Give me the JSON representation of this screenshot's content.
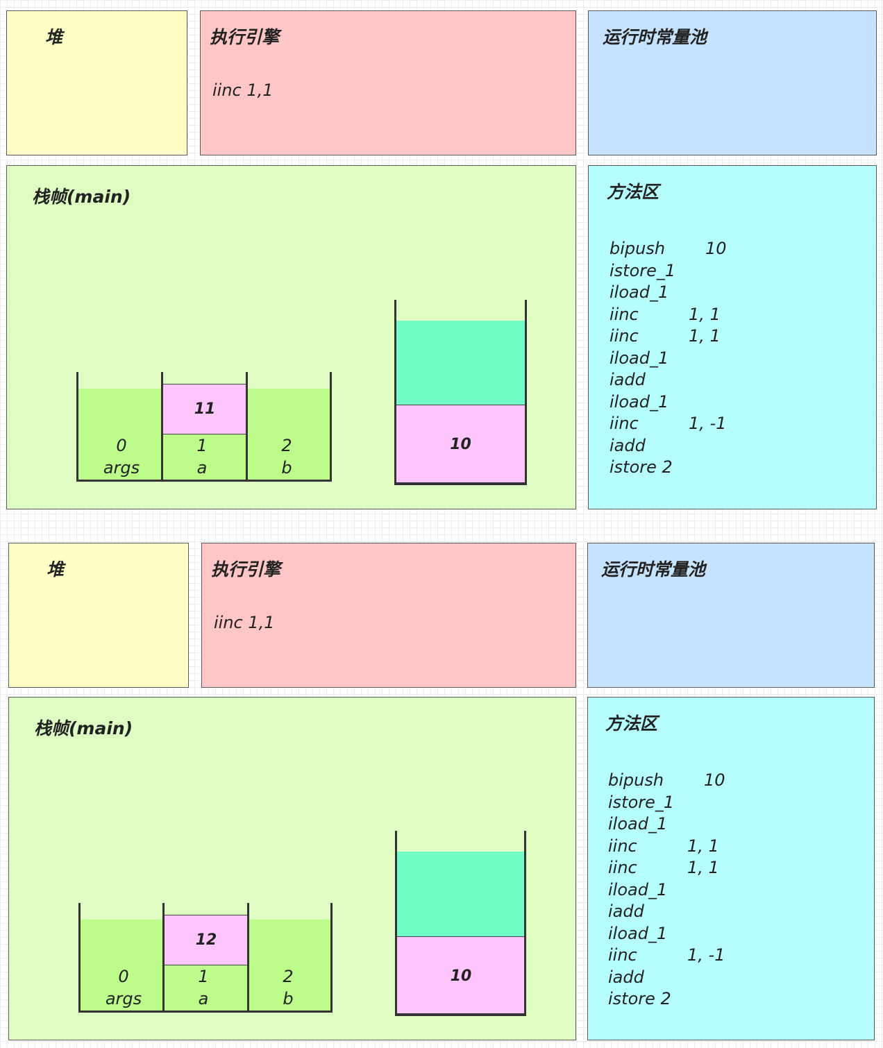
{
  "scenes": [
    {
      "heap_title": "堆",
      "engine_title": "执行引擎",
      "engine_instruction": "iinc 1,1",
      "pool_title": "运行时常量池",
      "frame_title": "栈帧(main)",
      "method_title": "方法区",
      "locals": [
        {
          "index": "0",
          "name": "args",
          "value": ""
        },
        {
          "index": "1",
          "name": "a",
          "value": "11"
        },
        {
          "index": "2",
          "name": "b",
          "value": ""
        }
      ],
      "operand_stack": [
        "10"
      ],
      "bytecode": [
        {
          "op": "bipush",
          "arg": "10"
        },
        {
          "op": "istore_1",
          "arg": ""
        },
        {
          "op": "iload_1",
          "arg": ""
        },
        {
          "op": "iinc",
          "arg": "1, 1"
        },
        {
          "op": "iinc",
          "arg": "1, 1"
        },
        {
          "op": "iload_1",
          "arg": ""
        },
        {
          "op": "iadd",
          "arg": ""
        },
        {
          "op": "iload_1",
          "arg": ""
        },
        {
          "op": "iinc",
          "arg": "1, -1"
        },
        {
          "op": "iadd",
          "arg": ""
        },
        {
          "op": "istore 2",
          "arg": ""
        }
      ]
    },
    {
      "heap_title": "堆",
      "engine_title": "执行引擎",
      "engine_instruction": "iinc 1,1",
      "pool_title": "运行时常量池",
      "frame_title": "栈帧(main)",
      "method_title": "方法区",
      "locals": [
        {
          "index": "0",
          "name": "args",
          "value": ""
        },
        {
          "index": "1",
          "name": "a",
          "value": "12"
        },
        {
          "index": "2",
          "name": "b",
          "value": ""
        }
      ],
      "operand_stack": [
        "10"
      ],
      "bytecode": [
        {
          "op": "bipush",
          "arg": "10"
        },
        {
          "op": "istore_1",
          "arg": ""
        },
        {
          "op": "iload_1",
          "arg": ""
        },
        {
          "op": "iinc",
          "arg": "1, 1"
        },
        {
          "op": "iinc",
          "arg": "1, 1"
        },
        {
          "op": "iload_1",
          "arg": ""
        },
        {
          "op": "iadd",
          "arg": ""
        },
        {
          "op": "iload_1",
          "arg": ""
        },
        {
          "op": "iinc",
          "arg": "1, -1"
        },
        {
          "op": "iadd",
          "arg": ""
        },
        {
          "op": "istore 2",
          "arg": ""
        }
      ]
    }
  ],
  "colors": {
    "heap": "#fffec6",
    "engine": "#fec6c6",
    "pool": "#c6e3fe",
    "frame": "#dffcc3",
    "method": "#b6fefe",
    "local_slot": "#bdfc8b",
    "value_box": "#fec6fc",
    "opstack_empty": "#71fec6"
  }
}
